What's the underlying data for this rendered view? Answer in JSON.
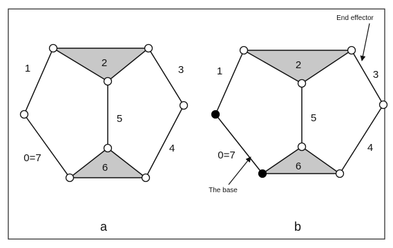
{
  "colors": {
    "background": "#ffffff",
    "frame": "#222222",
    "edge": "#111111",
    "triangle_fill": "#c8c8c8",
    "joint_open_fill": "#ffffff",
    "joint_fixed_fill": "#000000"
  },
  "panels": [
    {
      "caption": "a",
      "link_labels": [
        "1",
        "2",
        "3",
        "5",
        "0=7",
        "6",
        "4"
      ],
      "fixed_joints": 0
    },
    {
      "caption": "b",
      "link_labels": [
        "1",
        "2",
        "3",
        "5",
        "0=7",
        "6",
        "4"
      ],
      "fixed_joints": 2,
      "annotations": {
        "end_effector": "End effector",
        "base": "The base"
      }
    }
  ]
}
